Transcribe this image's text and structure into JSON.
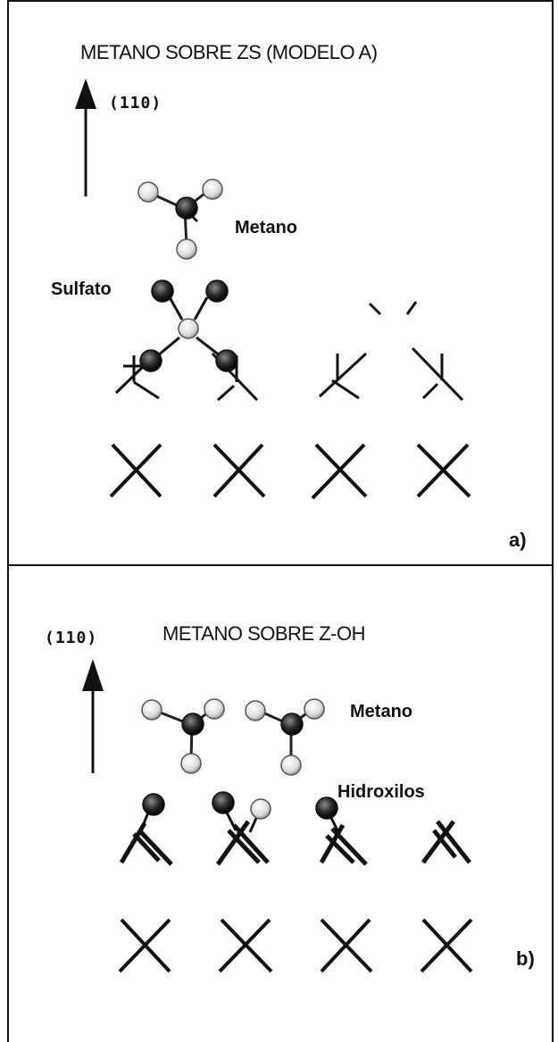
{
  "panel_a": {
    "title": "METANO SOBRE ZS (MODELO A)",
    "direction_label": "(110)",
    "label_methane": "Metano",
    "label_sulfate": "Sulfato",
    "panel_tag": "a)"
  },
  "panel_b": {
    "title": "METANO SOBRE Z-OH",
    "direction_label": "(110)",
    "label_methane": "Metano",
    "label_hydroxyls": "Hidroxilos",
    "panel_tag": "b)"
  },
  "colors": {
    "ink": "#111111",
    "atom_light": "#e2e2e2",
    "atom_dark": "#2a2a2a",
    "background": "#ffffff"
  }
}
